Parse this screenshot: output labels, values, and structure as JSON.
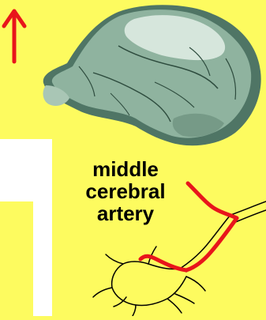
{
  "label": {
    "line1": "middle",
    "line2": "cerebral",
    "line3": "artery"
  },
  "colors": {
    "background": "#fdfb5f",
    "artery": "#e8151b",
    "arrow": "#e8151b",
    "brain": "#8fb39f",
    "panel": "#ffffff"
  }
}
